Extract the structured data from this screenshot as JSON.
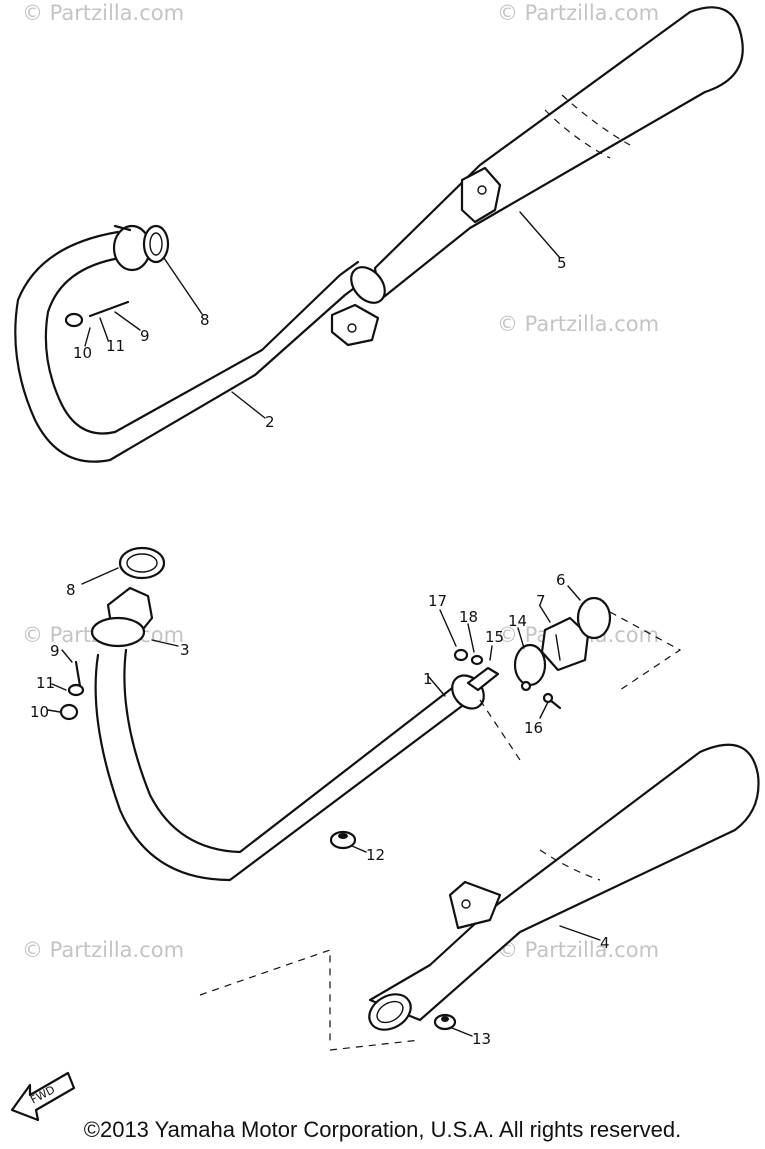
{
  "watermark": "© Partzilla.com",
  "callouts": [
    "1",
    "2",
    "3",
    "4",
    "5",
    "6",
    "7",
    "8",
    "9",
    "10",
    "11",
    "12",
    "13",
    "14",
    "15",
    "16",
    "17",
    "18"
  ],
  "upper_callouts": {
    "p2": "2",
    "p5": "5",
    "p8": "8",
    "p9": "9",
    "p10": "10",
    "p11": "11"
  },
  "fwd_label": "FWD",
  "copyright": "©2013  Yamaha Motor Corporation, U.S.A. All rights reserved."
}
